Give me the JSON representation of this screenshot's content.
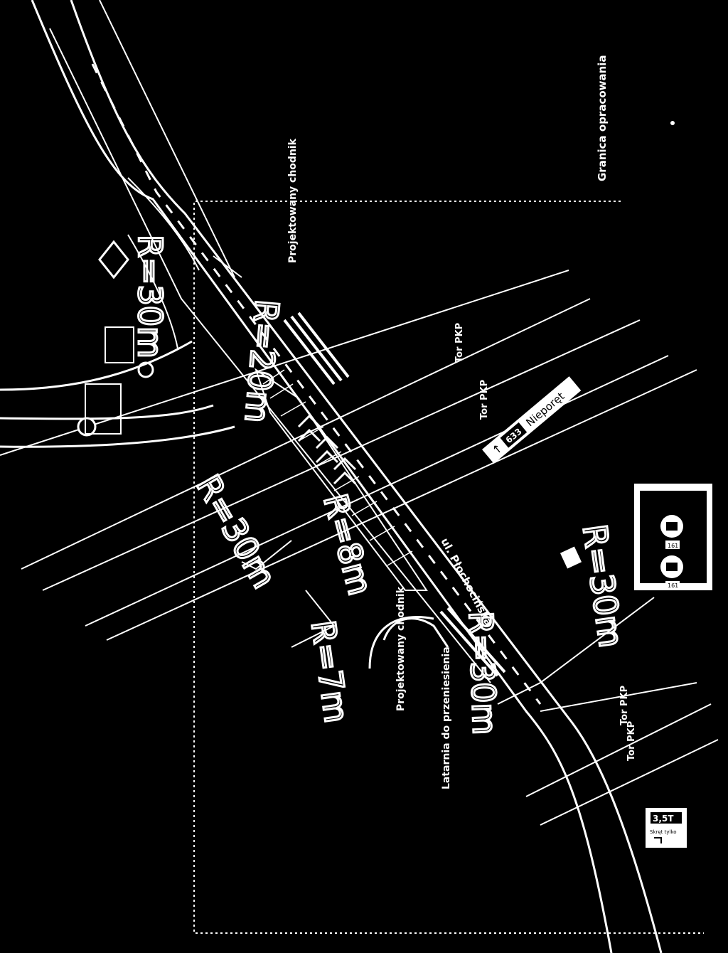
{
  "labels": {
    "boundary": "Granica opracowania",
    "sidewalk_top": "Projektowany chodnik",
    "sidewalk_bottom": "Projektowany chodnik",
    "street": "ul. Płochocińska",
    "lamp": "Latarnia do przeniesienia",
    "tracks": [
      "Tor PKP",
      "Tor PKP",
      "Tor PKP",
      "Tor PKP"
    ]
  },
  "radii": [
    "R=30m",
    "R=30m",
    "R=8m",
    "R=7m",
    "R=30m",
    "R=20m",
    "R=30m"
  ],
  "direction_sign": {
    "arrow": "↑",
    "road_number": "633",
    "destination": "Nieporęt"
  },
  "truck_sign": {
    "number_a": "161",
    "number_b": "161"
  },
  "weight_sign": {
    "limit": "3,5T",
    "text": "Skręt tylko"
  },
  "colors": {
    "background": "#000000",
    "lines": "#ffffff"
  }
}
